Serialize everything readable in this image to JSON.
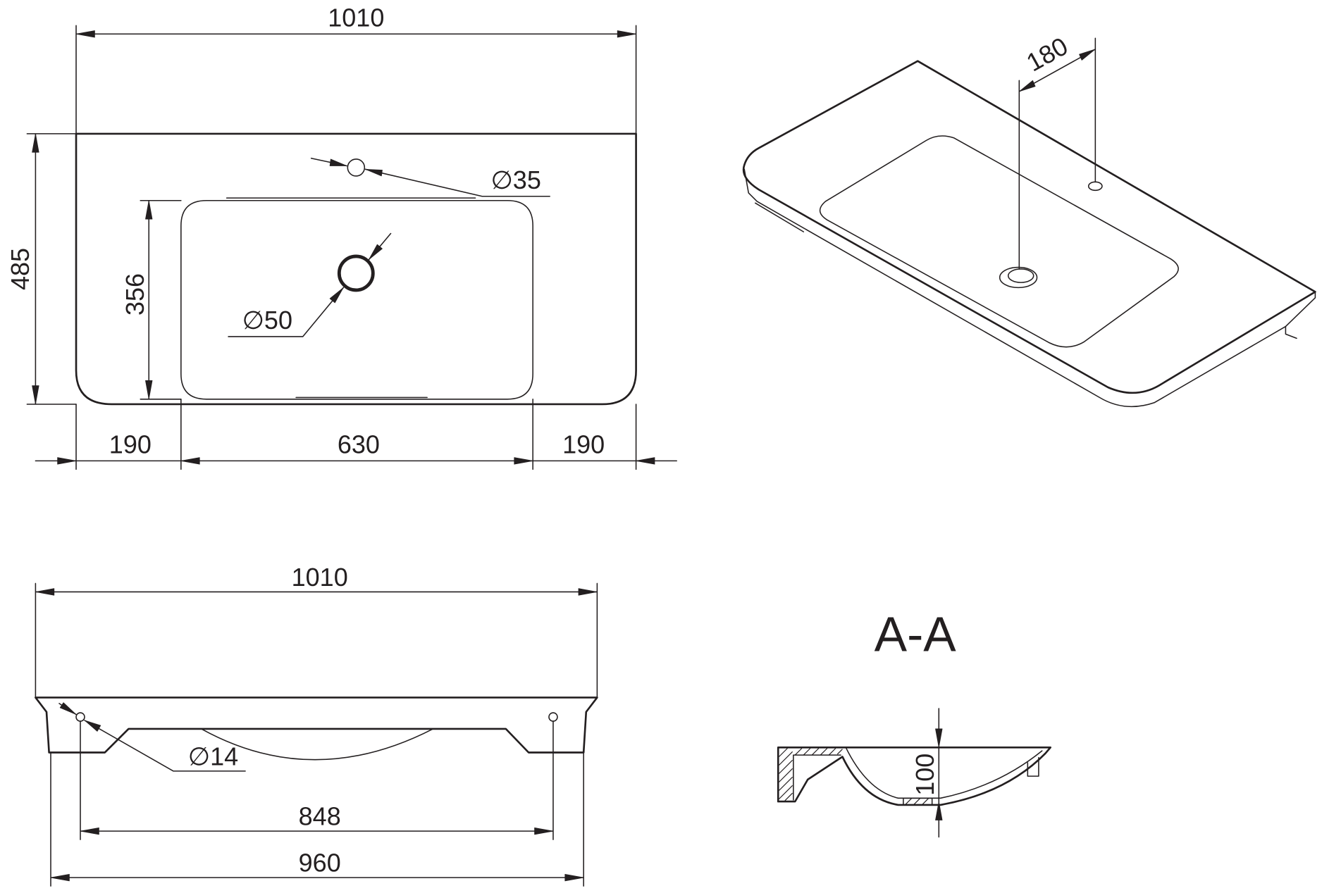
{
  "colors": {
    "line": "#231f20",
    "background": "#ffffff"
  },
  "plan_view": {
    "overall_width": "1010",
    "overall_depth": "485",
    "basin_depth": "356",
    "left_margin": "190",
    "basin_width": "630",
    "right_margin": "190",
    "faucet_hole_diameter": "∅35",
    "drain_diameter": "∅50"
  },
  "isometric_view": {
    "faucet_offset": "180"
  },
  "front_view": {
    "overall_width": "1010",
    "mounting_hole_diameter": "∅14",
    "mounting_hole_spacing": "848",
    "base_width": "960"
  },
  "section_view": {
    "title": "A-A",
    "basin_depth": "100"
  }
}
